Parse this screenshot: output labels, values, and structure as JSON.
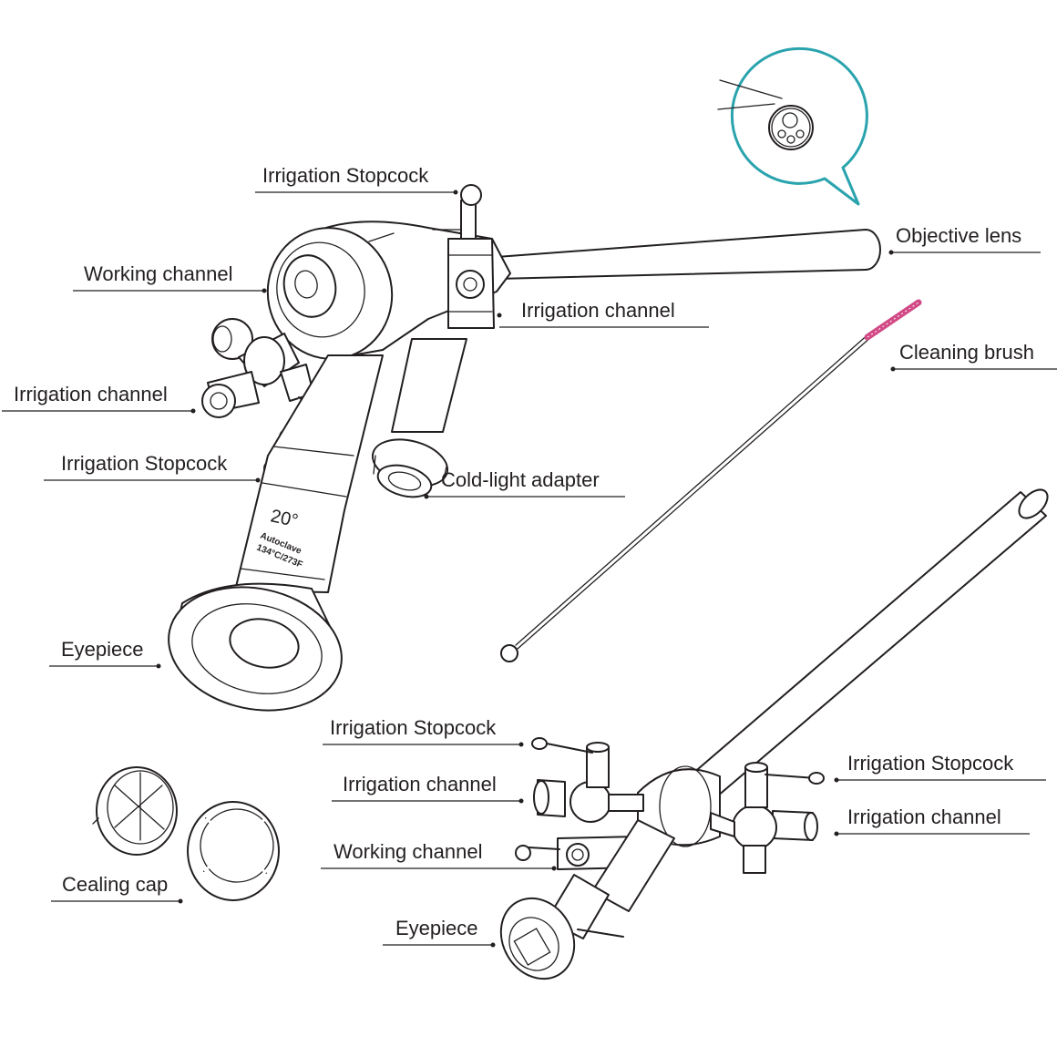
{
  "labels": {
    "irrigation_stopcock_top": "Irrigation Stopcock",
    "working_channel_left": "Working channel",
    "irrigation_channel_left": "Irrigation channel",
    "irrigation_stopcock_left": "Irrigation Stopcock",
    "eyepiece_left": "Eyepiece",
    "objective_lens": "Objective lens",
    "irrigation_channel_mid": "Irrigation channel",
    "cleaning_brush": "Cleaning brush",
    "cold_light_adapter": "Cold-light adapter",
    "irrigation_stopcock_bottom_left": "Irrigation Stopcock",
    "irrigation_channel_bottom_left": "Irrigation channel",
    "working_channel_bottom": "Working channel",
    "eyepiece_bottom": "Eyepiece",
    "irrigation_stopcock_bottom_right": "Irrigation Stopcock",
    "irrigation_channel_bottom_right": "Irrigation channel",
    "sealing_cap": "Cealing cap"
  },
  "markings": {
    "angle": "20°",
    "autoclave": "Autoclave",
    "temperature": "134°C/273F"
  },
  "colors": {
    "line": "#231f20",
    "callout": "#29a3ad",
    "brush_bristles": "#d24a86"
  }
}
